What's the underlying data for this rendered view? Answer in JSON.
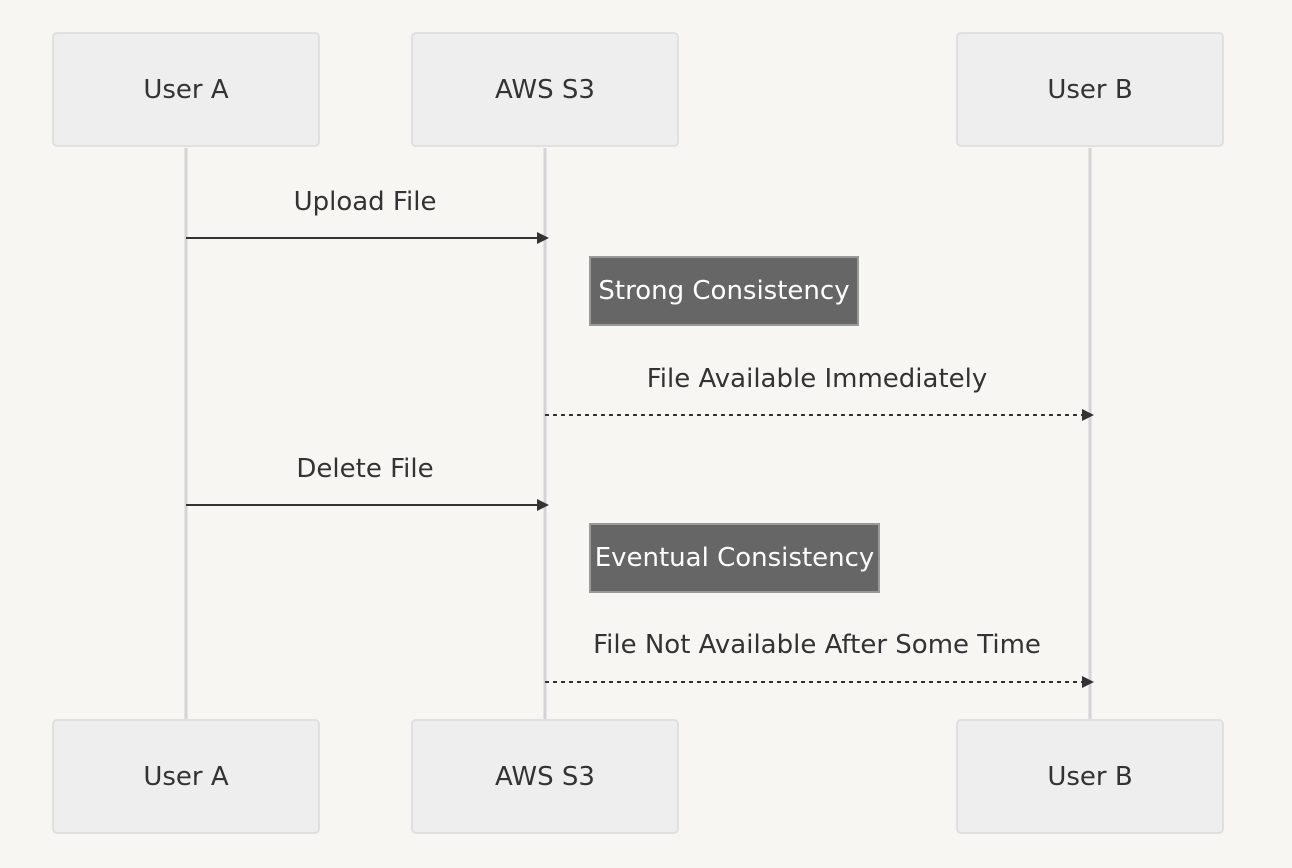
{
  "actors": [
    {
      "id": "user-a",
      "label": "User A"
    },
    {
      "id": "aws-s3",
      "label": "AWS S3"
    },
    {
      "id": "user-b",
      "label": "User B"
    }
  ],
  "messages": [
    {
      "label": "Upload File",
      "from": "user-a",
      "to": "aws-s3",
      "style": "solid"
    },
    {
      "label": "File Available Immediately",
      "from": "aws-s3",
      "to": "user-b",
      "style": "dashed"
    },
    {
      "label": "Delete File",
      "from": "user-a",
      "to": "aws-s3",
      "style": "solid"
    },
    {
      "label": "File Not Available After Some Time",
      "from": "aws-s3",
      "to": "user-b",
      "style": "dashed"
    }
  ],
  "notes": [
    {
      "label": "Strong Consistency",
      "over": "aws-s3"
    },
    {
      "label": "Eventual Consistency",
      "over": "aws-s3"
    }
  ],
  "colors": {
    "background": "#f7f6f3",
    "actor_fill": "#eeeeee",
    "actor_border": "#e0e0e0",
    "lifeline": "#d4d4d4",
    "arrow": "#333333",
    "note_fill": "#666666",
    "note_border": "#999999",
    "note_text": "#ffffff"
  }
}
